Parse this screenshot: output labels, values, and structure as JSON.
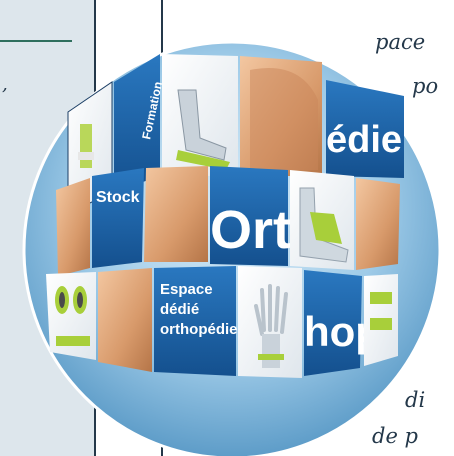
{
  "cube": {
    "faces": {
      "formation": "Formation",
      "edie": "édie",
      "stock": "Stock",
      "ort": "Ort",
      "espace_line1": "Espace",
      "espace_line2": "dédié",
      "espace_line3": "orthopédie",
      "hop": "hop"
    }
  },
  "colors": {
    "background_blue": "#7fb6da",
    "tile_blue": "#1c63a8",
    "accent_green": "#a8cf3a",
    "sidebar_bg": "#dde6ec",
    "text_navy": "#24384a"
  }
}
